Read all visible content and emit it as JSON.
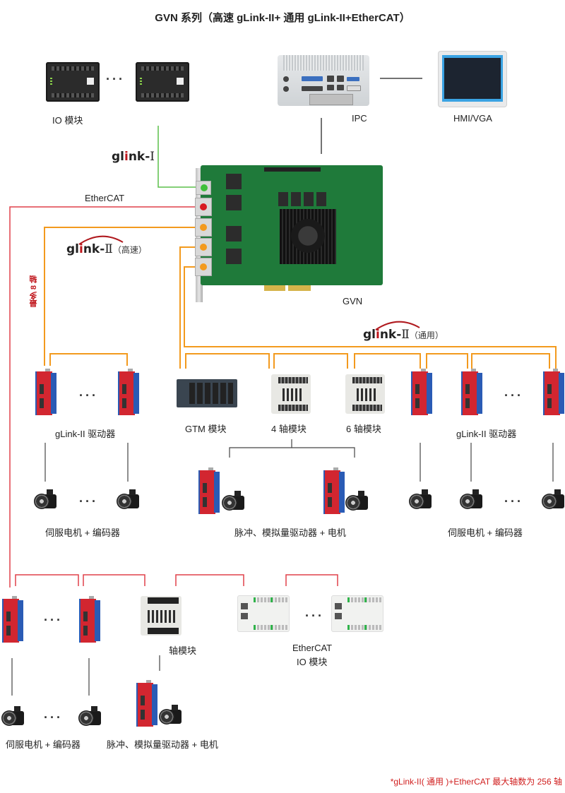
{
  "title": "GVN 系列（高速 gLink-II+ 通用 gLink-II+EtherCAT）",
  "colors": {
    "glink1_line": "#5cbf4a",
    "ethercat_line": "#e0414a",
    "glink2_line": "#f39a1e",
    "plain_line": "#444444",
    "note_text": "#d01d1d",
    "logo_accent": "#c0161c"
  },
  "top": {
    "io_module_label": "IO 模块",
    "ipc_label": "IPC",
    "hmi_label": "HMI/VGA",
    "ellipsis": "···"
  },
  "card": {
    "label": "GVN",
    "ports": [
      "glink-I",
      "EtherCAT",
      "glink-II",
      "glink-II",
      "glink-II"
    ]
  },
  "buses": {
    "glink1": {
      "logo_text": "glink-",
      "logo_numeral": "Ⅰ",
      "suffix": ""
    },
    "ethercat": {
      "label": "EtherCAT"
    },
    "glink2_high": {
      "logo_text": "glink-",
      "logo_numeral": "Ⅱ",
      "suffix": "（高速）",
      "max_axes_note": "最多 8 轴"
    },
    "glink2_general": {
      "logo_text": "glink-",
      "logo_numeral": "Ⅱ",
      "suffix": "（通用）"
    }
  },
  "high_speed_branch": {
    "drives_label": "gLink-II 驱动器",
    "motors_label": "伺服电机 + 编码器",
    "ellipsis": "···"
  },
  "general_branch": {
    "gtm_label": "GTM 模块",
    "axis4_label": "4 轴模块",
    "axis6_label": "6 轴模块",
    "drives_label": "gLink-II 驱动器",
    "pulse_label": "脉冲、模拟量驱动器 + 电机",
    "motors_label": "伺服电机 + 编码器",
    "ellipsis": "···"
  },
  "ethercat_branch": {
    "axis_module_label": "轴模块",
    "io_label_line1": "EtherCAT",
    "io_label_line2": "IO 模块",
    "motors_label": "伺服电机 + 编码器",
    "pulse_label": "脉冲、模拟量驱动器 + 电机",
    "ellipsis": "···"
  },
  "footnote": "*gLink-II( 通用 )+EtherCAT 最大轴数为 256 轴"
}
